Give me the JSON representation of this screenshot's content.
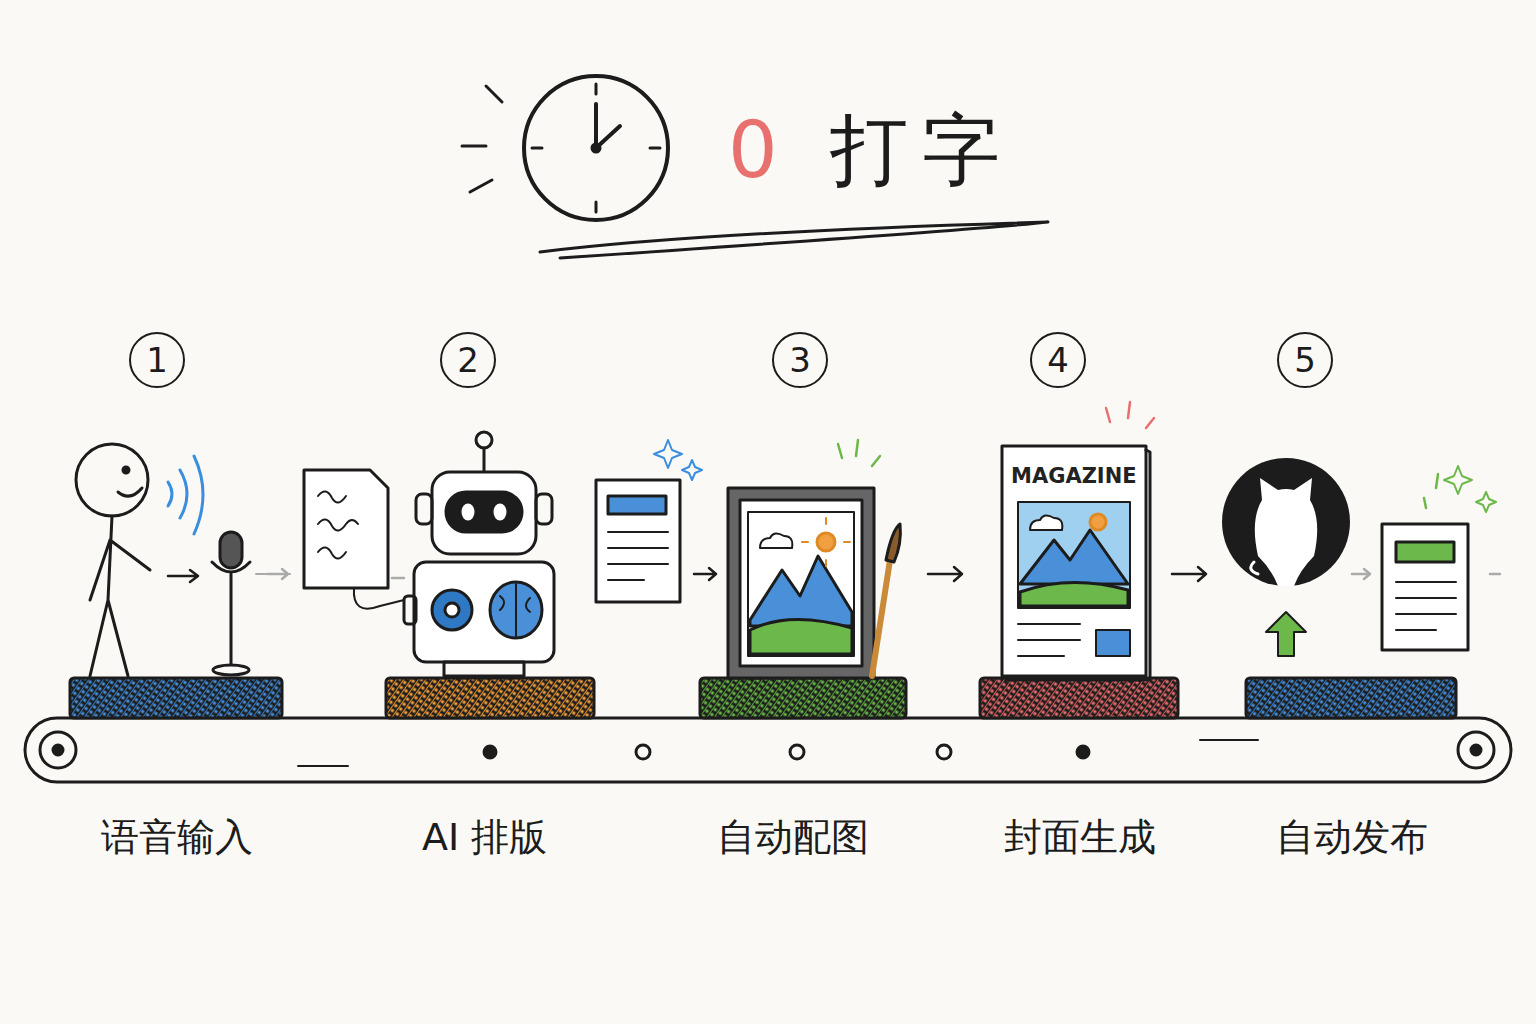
{
  "diagram": {
    "title": "0 打字",
    "nodes": [
      {
        "text": [
          "1"
        ]
      },
      {
        "text": [
          "2"
        ]
      },
      {
        "text": [
          "3"
        ]
      },
      {
        "text": [
          "4"
        ]
      },
      {
        "text": [
          "5"
        ]
      }
    ],
    "labels": [
      "MAGAZINE",
      "语音输入",
      "AI 排版",
      "自动配图",
      "封面生成",
      "自动发布"
    ]
  }
}
